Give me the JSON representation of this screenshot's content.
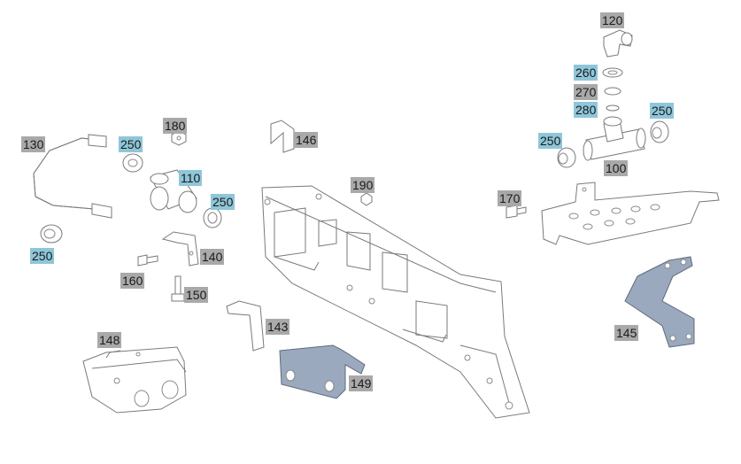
{
  "colors": {
    "label_gray": "#a9a9a9",
    "label_blue": "#8fc6d9",
    "line": "#7a7a7a",
    "steel": "#9aa9bd"
  },
  "callouts": [
    {
      "id": "c120",
      "text": "120",
      "style": "gray"
    },
    {
      "id": "c260",
      "text": "260",
      "style": "blue"
    },
    {
      "id": "c270",
      "text": "270",
      "style": "gray"
    },
    {
      "id": "c280",
      "text": "280",
      "style": "blue"
    },
    {
      "id": "c250a",
      "text": "250",
      "style": "blue"
    },
    {
      "id": "c250b",
      "text": "250",
      "style": "blue"
    },
    {
      "id": "c100",
      "text": "100",
      "style": "gray"
    },
    {
      "id": "c180",
      "text": "180",
      "style": "gray"
    },
    {
      "id": "c130",
      "text": "130",
      "style": "gray"
    },
    {
      "id": "c250c",
      "text": "250",
      "style": "blue"
    },
    {
      "id": "c146",
      "text": "146",
      "style": "gray"
    },
    {
      "id": "c110",
      "text": "110",
      "style": "blue"
    },
    {
      "id": "c250d",
      "text": "250",
      "style": "blue"
    },
    {
      "id": "c190",
      "text": "190",
      "style": "gray"
    },
    {
      "id": "c170",
      "text": "170",
      "style": "gray"
    },
    {
      "id": "c250e",
      "text": "250",
      "style": "blue"
    },
    {
      "id": "c140",
      "text": "140",
      "style": "gray"
    },
    {
      "id": "c160",
      "text": "160",
      "style": "gray"
    },
    {
      "id": "c150",
      "text": "150",
      "style": "gray"
    },
    {
      "id": "c143",
      "text": "143",
      "style": "gray"
    },
    {
      "id": "c148",
      "text": "148",
      "style": "gray"
    },
    {
      "id": "c145",
      "text": "145",
      "style": "gray"
    },
    {
      "id": "c149",
      "text": "149",
      "style": "gray"
    }
  ]
}
